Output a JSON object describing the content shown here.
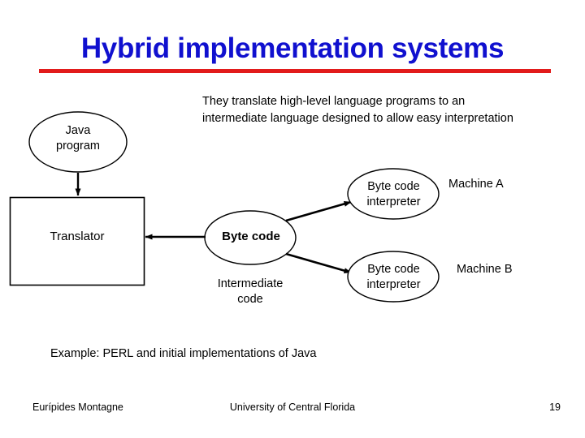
{
  "slide": {
    "title": "Hybrid implementation systems",
    "title_color": "#1010CF",
    "rule_color": "#E21B1B",
    "description": "They translate high-level language programs to an intermediate language designed to allow easy interpretation",
    "example": "Example: PERL and initial implementations of Java"
  },
  "diagram": {
    "nodes": {
      "java_program": "Java\nprogram",
      "java_program_line1": "Java",
      "java_program_line2": "program",
      "translator": "Translator",
      "byte_code": "Byte code",
      "interpreter_a_line1": "Byte code",
      "interpreter_a_line2": "interpreter",
      "interpreter_b_line1": "Byte code",
      "interpreter_b_line2": "interpreter",
      "machine_a": "Machine A",
      "machine_b": "Machine B",
      "intermediate_line1": "Intermediate",
      "intermediate_line2": "code"
    },
    "stroke_color": "#000000"
  },
  "footer": {
    "author": "Eurípides Montagne",
    "organization": "University of Central Florida",
    "page_number": "19"
  }
}
